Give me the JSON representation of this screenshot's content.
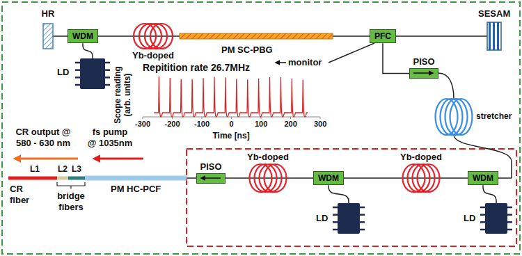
{
  "diagram": {
    "nodes": [
      {
        "text": [
          "WDM"
        ]
      },
      {
        "text": [
          "LD"
        ]
      },
      {
        "text": [
          "PFC"
        ]
      },
      {
        "text": [
          "PISO"
        ]
      },
      {
        "text": [
          "PISO"
        ]
      },
      {
        "text": [
          "WDM"
        ]
      },
      {
        "text": [
          "LD"
        ]
      },
      {
        "text": [
          "WDM"
        ]
      },
      {
        "text": [
          "LD"
        ]
      }
    ],
    "edges": [
      {
        "from": 0,
        "to": 1,
        "arrow": "none"
      },
      {
        "from": 2,
        "to": 3,
        "arrow": "none"
      },
      {
        "from": 5,
        "to": 6,
        "arrow": "none"
      },
      {
        "from": 7,
        "to": 8,
        "arrow": "none"
      }
    ],
    "labels": [
      "HR",
      "Yb-doped",
      "PM SC-PBG",
      "SESAM",
      "monitor",
      "Repitition rate 26.7MHz",
      "Scope reading (arb. units)",
      "-300",
      "-200",
      "-100",
      "0",
      "100",
      "200",
      "300",
      "Time [ns]",
      "stretcher",
      "Yb-doped",
      "Yb-doped",
      "CR output @ 580 - 630 nm",
      "fs pump @ 1035nm",
      "L2",
      "L3",
      "L1",
      "CR fiber",
      "bridge fibers",
      "PM HC-PCF"
    ]
  }
}
